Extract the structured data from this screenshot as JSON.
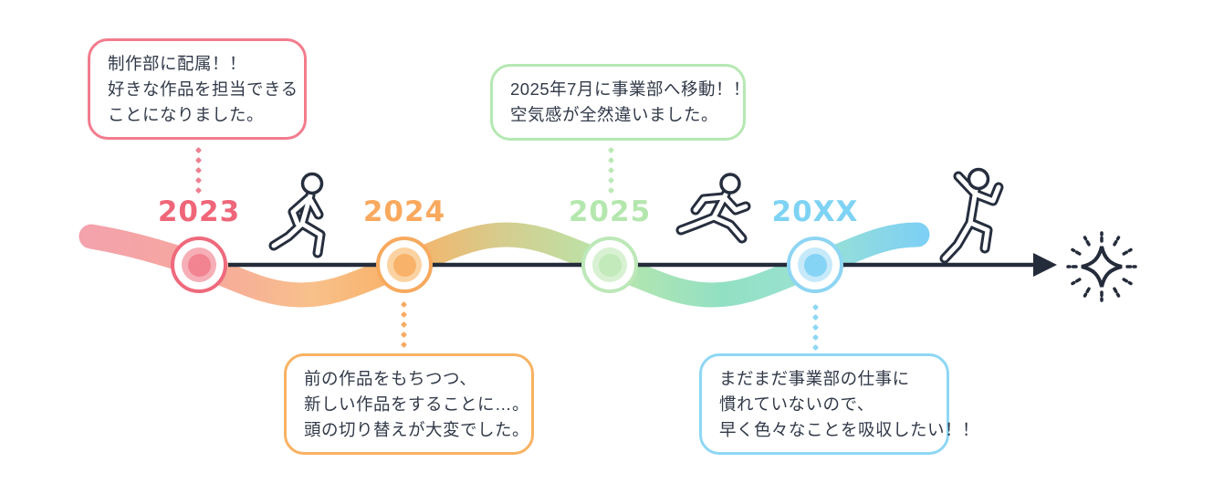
{
  "diagram": {
    "kind": "career-timeline",
    "events": [
      {
        "year": "2023",
        "accent": "#ee6a7c",
        "node_mid_color": "#f6afb6",
        "node_core_color": "#f28390",
        "bubble_position": "top",
        "bubble_lines": [
          "制作部に配属！！",
          "好きな作品を担当できる",
          "ことになりました。"
        ]
      },
      {
        "year": "2024",
        "accent": "#f7a95e",
        "node_mid_color": "#fbd3a2",
        "node_core_color": "#f9b269",
        "bubble_position": "bottom",
        "bubble_lines": [
          "前の作品をもちつつ、",
          "新しい作品をすることに…。",
          "頭の切り替えが大変でした。"
        ]
      },
      {
        "year": "2025",
        "accent": "#bde8b8",
        "node_mid_color": "#d8f1d2",
        "node_core_color": "#c3eaba",
        "bubble_position": "top",
        "bubble_lines": [
          "2025年7月に事業部へ移動！！",
          "空気感が全然違いました。"
        ]
      },
      {
        "year": "20XX",
        "accent": "#8ed5f3",
        "node_mid_color": "#c6eafa",
        "node_core_color": "#85d3f5",
        "bubble_position": "bottom",
        "bubble_lines": [
          "まだまだ事業部の仕事に",
          "慣れていないので、",
          "早く色々なことを吸収したい！！"
        ]
      }
    ],
    "icons": [
      "walking-person-icon",
      "running-person-icon",
      "jumping-person-icon",
      "sparkle-icon"
    ],
    "colors": {
      "ink": "#242b3a",
      "bubble_text": "#323a49",
      "wave_gradient": [
        "#f4a2ac",
        "#f6a79f",
        "#f8c08a",
        "#f9b166",
        "#d4cd8e",
        "#b8e6ac",
        "#92e0c3",
        "#9ae2d2",
        "#7ed0f4"
      ]
    }
  }
}
